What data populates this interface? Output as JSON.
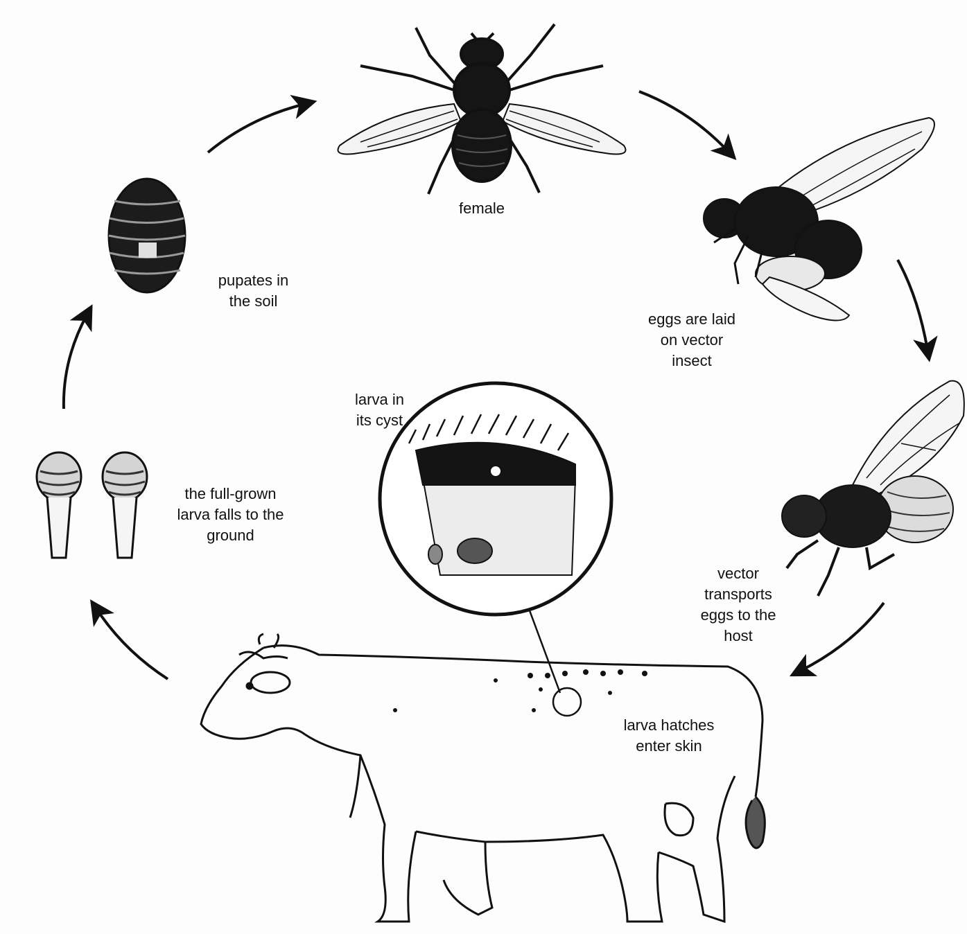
{
  "diagram": {
    "colors": {
      "ink": "#111111",
      "background": "#fdfdfd"
    },
    "stages": [
      {
        "id": "female",
        "label": "female",
        "icon": "adult-fly"
      },
      {
        "id": "eggs",
        "label": "eggs are laid\non vector\ninsect",
        "icon": "fly-holding-vector"
      },
      {
        "id": "vector",
        "label": "vector\ntransports\neggs to the\nhost",
        "icon": "vector-insect"
      },
      {
        "id": "hatch",
        "label": "larva hatches\nenter skin",
        "icon": "cow-host"
      },
      {
        "id": "cyst",
        "label": "larva in\nits cyst",
        "icon": "skin-cross-section"
      },
      {
        "id": "falls",
        "label": "the full-grown\nlarva falls to the\nground",
        "icon": "larvae"
      },
      {
        "id": "pupa",
        "label": "pupates  in\nthe  soil",
        "icon": "pupa"
      }
    ]
  }
}
